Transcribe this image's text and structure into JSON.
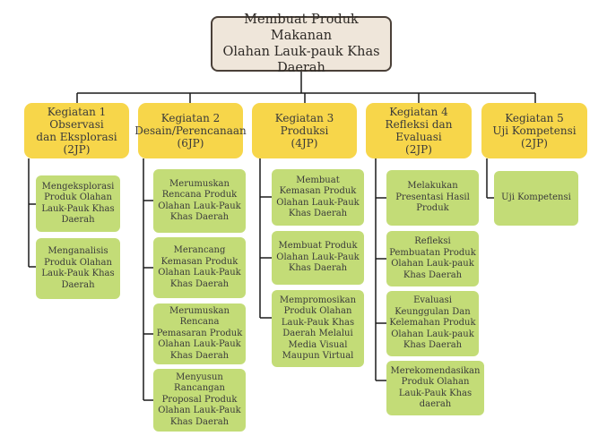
{
  "colors": {
    "root_fill": "#efe6da",
    "root_border": "#4a4038",
    "activity_fill": "#f7d64a",
    "task_fill": "#c3dc77",
    "connector": "#1a1a1a"
  },
  "root": {
    "title": "Membuat Produk Makanan\nOlahan Lauk-pauk Khas\nDaerah"
  },
  "activities": [
    {
      "title": "Kegiatan 1\nObservasi\ndan Eksplorasi\n(2JP)",
      "tasks": [
        "Mengeksplorasi\nProduk Olahan\nLauk-Pauk Khas\nDaerah",
        "Menganalisis\nProduk Olahan\nLauk-Pauk Khas\nDaerah"
      ]
    },
    {
      "title": "Kegiatan 2\nDesain/Perencanaan\n(6JP)",
      "tasks": [
        "Merumuskan\nRencana Produk\nOlahan Lauk-Pauk\nKhas Daerah",
        "Merancang\nKemasan Produk\nOlahan Lauk-Pauk\nKhas Daerah",
        "Merumuskan\nRencana\nPemasaran Produk\nOlahan Lauk-Pauk\nKhas Daerah",
        "Menyusun\nRancangan\nProposal Produk\nOlahan Lauk-Pauk\nKhas Daerah"
      ]
    },
    {
      "title": "Kegiatan 3\nProduksi\n(4JP)",
      "tasks": [
        "Membuat\nKemasan Produk\nOlahan Lauk-Pauk\nKhas Daerah",
        "Membuat Produk\nOlahan Lauk-Pauk\nKhas Daerah",
        "Mempromosikan\nProduk Olahan\nLauk-Pauk Khas\nDaerah Melalui\nMedia Visual\nMaupun Virtual"
      ]
    },
    {
      "title": "Kegiatan 4\nRefleksi dan Evaluasi\n(2JP)",
      "tasks": [
        "Melakukan\nPresentasi Hasil\nProduk",
        "Refleksi\nPembuatan Produk\nOlahan Lauk-pauk\nKhas Daerah",
        "Evaluasi\nKeunggulan Dan\nKelemahan Produk\nOlahan Lauk-pauk\nKhas Daerah",
        "Merekomendasikan\nProduk Olahan\nLauk-Pauk Khas\ndaerah"
      ]
    },
    {
      "title": "Kegiatan 5\nUji Kompetensi\n(2JP)",
      "tasks": [
        "Uji Kompetensi"
      ]
    }
  ]
}
